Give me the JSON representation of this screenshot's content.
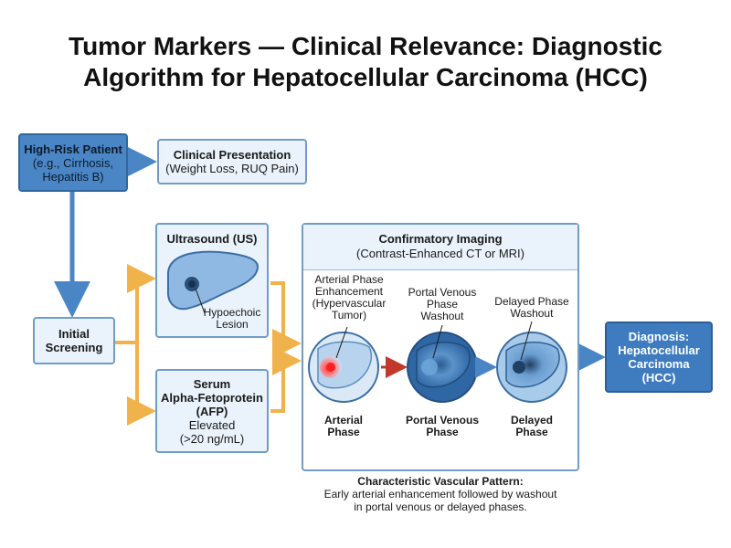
{
  "title": {
    "line1": "Tumor Markers — Clinical Relevance: Diagnostic",
    "line2": "Algorithm for Hepatocellular Carcinoma (HCC)"
  },
  "nodes": {
    "high_risk": {
      "line1": "High-Risk Patient",
      "line2": "(e.g., Cirrhosis,",
      "line3": "Hepatitis B)"
    },
    "clinical": {
      "line1": "Clinical Presentation",
      "line2": "(Weight Loss, RUQ Pain)"
    },
    "screening": {
      "line1": "Initial",
      "line2": "Screening"
    },
    "ultrasound": {
      "title": "Ultrasound (US)",
      "lesion1": "Hypoechoic",
      "lesion2": "Lesion"
    },
    "afp": {
      "line1": "Serum",
      "line2": "Alpha-Fetoprotein",
      "line3": "(AFP)",
      "line4": "Elevated",
      "line5": "(>20 ng/mL)"
    },
    "imaging": {
      "title": "Confirmatory Imaging",
      "subtitle": "(Contrast-Enhanced CT or MRI)",
      "arterial_note": [
        "Arterial Phase",
        "Enhancement",
        "(Hypervascular",
        "Tumor)"
      ],
      "portal_note": [
        "Portal Venous",
        "Phase",
        "Washout"
      ],
      "delayed_note": [
        "Delayed Phase",
        "Washout"
      ],
      "arterial_label": [
        "Arterial",
        "Phase"
      ],
      "portal_label": [
        "Portal Venous",
        "Phase"
      ],
      "delayed_label": [
        "Delayed",
        "Phase"
      ]
    },
    "diagnosis": {
      "line1": "Diagnosis:",
      "line2": "Hepatocellular",
      "line3": "Carcinoma",
      "line4": "(HCC)"
    }
  },
  "footer": {
    "heading": "Characteristic Vascular Pattern:",
    "line1": "Early arterial enhancement followed by washout",
    "line2": "in portal venous or delayed phases."
  },
  "colors": {
    "dark_box": "#4a86c5",
    "light_box": "#eaf3fb",
    "arrow_blue": "#4a86c5",
    "arrow_orange": "#f0b24a",
    "arrow_red": "#c0392b"
  }
}
